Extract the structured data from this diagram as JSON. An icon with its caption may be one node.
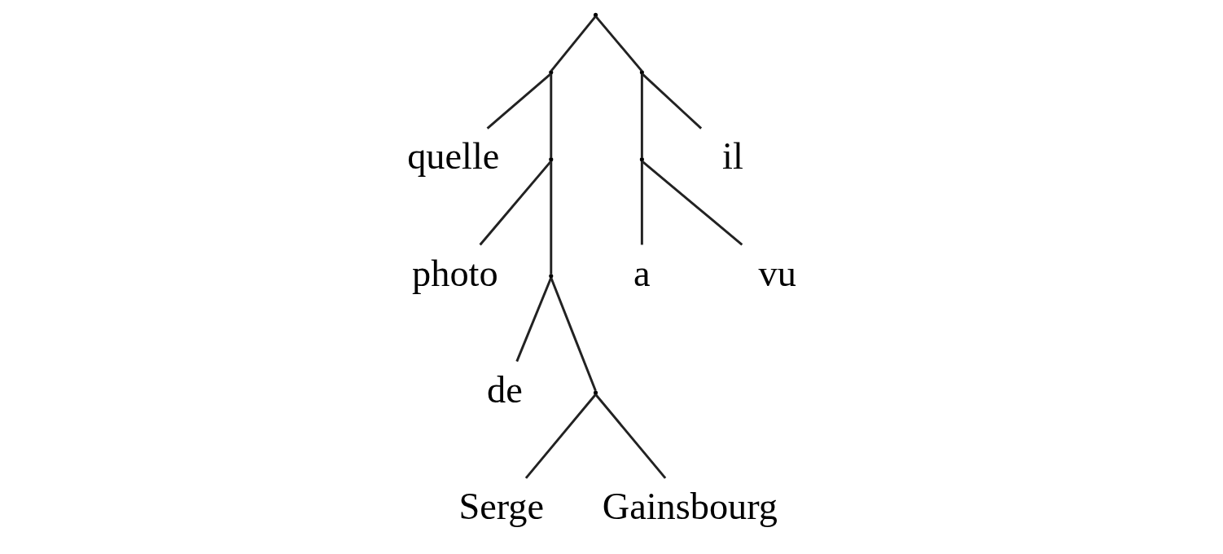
{
  "diagram": {
    "nodes": [
      {
        "text": [],
        "shape": "point"
      },
      {
        "text": [],
        "shape": "point"
      },
      {
        "text": [],
        "shape": "point"
      },
      {
        "text": [
          "quelle"
        ]
      },
      {
        "text": [],
        "shape": "point"
      },
      {
        "text": [],
        "shape": "point"
      },
      {
        "text": [
          "il"
        ]
      },
      {
        "text": [
          "photo"
        ]
      },
      {
        "text": [],
        "shape": "point"
      },
      {
        "text": [
          "a"
        ]
      },
      {
        "text": [
          "vu"
        ]
      },
      {
        "text": [
          "de"
        ]
      },
      {
        "text": [],
        "shape": "point"
      },
      {
        "text": [
          "Serge"
        ]
      },
      {
        "text": [
          "Gainsbourg"
        ]
      }
    ],
    "edges": [
      {
        "from": 0,
        "to": 1,
        "arrow": "none"
      },
      {
        "from": 0,
        "to": 2,
        "arrow": "none"
      },
      {
        "from": 1,
        "to": 3,
        "arrow": "none"
      },
      {
        "from": 1,
        "to": 4,
        "arrow": "none"
      },
      {
        "from": 2,
        "to": 6,
        "arrow": "none"
      },
      {
        "from": 2,
        "to": 5,
        "arrow": "none"
      },
      {
        "from": 4,
        "to": 7,
        "arrow": "none"
      },
      {
        "from": 4,
        "to": 8,
        "arrow": "none"
      },
      {
        "from": 5,
        "to": 9,
        "arrow": "none"
      },
      {
        "from": 5,
        "to": 10,
        "arrow": "none"
      },
      {
        "from": 8,
        "to": 11,
        "arrow": "none"
      },
      {
        "from": 8,
        "to": 12,
        "arrow": "none"
      },
      {
        "from": 12,
        "to": 13,
        "arrow": "none"
      },
      {
        "from": 12,
        "to": 14,
        "arrow": "none"
      }
    ]
  }
}
